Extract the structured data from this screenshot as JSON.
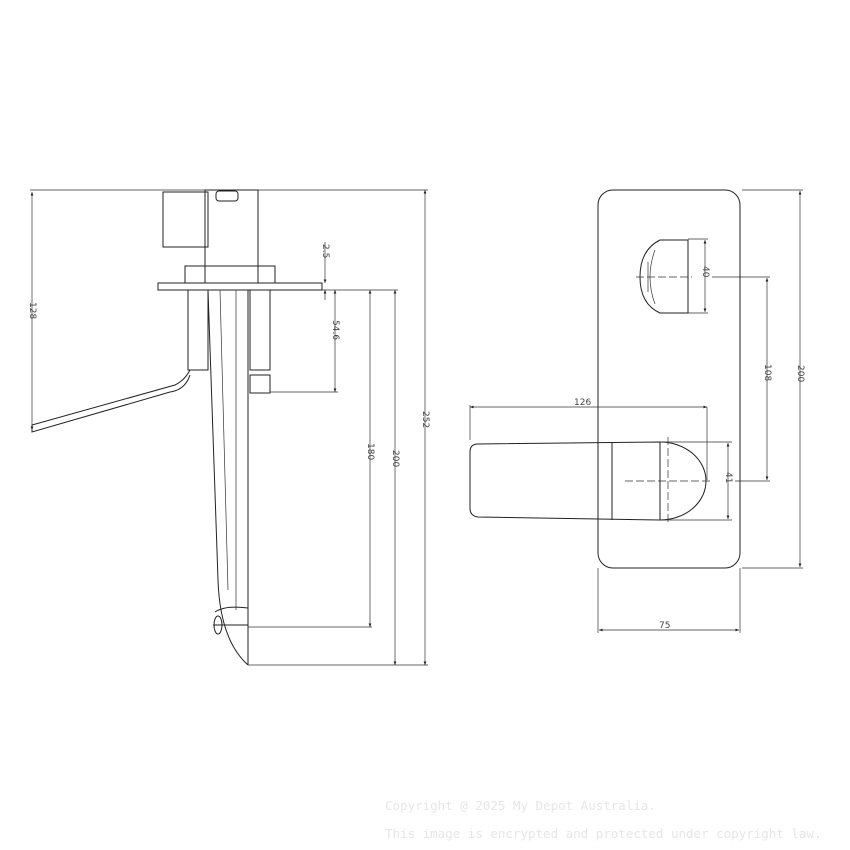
{
  "side_view": {
    "dimensions": {
      "top_gap": "2.5",
      "body_depth": "54.6",
      "spout_outlet": "180",
      "spout_total": "200",
      "overall_height": "252",
      "lever_drop": "128"
    }
  },
  "front_view": {
    "dimensions": {
      "lever_length": "126",
      "lever_width": "41",
      "outlet_width": "40",
      "centres": "108",
      "plate_height": "200",
      "plate_width": "75"
    }
  },
  "watermark": {
    "line1": "Copyright @ 2025 My Depot Australia.",
    "line2": "This image is encrypted and protected under copyright law."
  },
  "colors": {
    "line": "#222222",
    "watermark": "#e6e6e6"
  }
}
